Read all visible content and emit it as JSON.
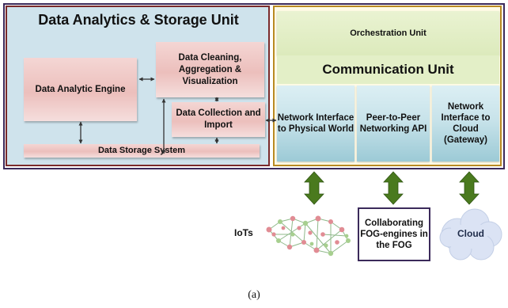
{
  "analytics_unit": {
    "title": "Data Analytics & Storage Unit",
    "analytic_engine": "Data Analytic Engine",
    "cleaning": "Data Cleaning, Aggregation & Visualization",
    "collection": "Data Collection and Import",
    "storage": "Data Storage System"
  },
  "communication_unit": {
    "orchestration": "Orchestration Unit",
    "title": "Communication Unit",
    "interfaces": [
      "Network Interface to Physical World",
      "Peer-to-Peer Networking API",
      "Network Interface to Cloud (Gateway)"
    ]
  },
  "external": {
    "iots": "IoTs",
    "collaborating": "Collaborating FOG-engines in the FOG",
    "cloud": "Cloud"
  },
  "caption": "(a)",
  "colors": {
    "frame": "#3b2a5a",
    "analytics_border": "#7a2b2b",
    "analytics_bg": "#cfe3ec",
    "module_pink": "#ecbfbc",
    "comm_border": "#b98a22",
    "comm_green": "#dceabc",
    "interface_blue": "#9ccad6",
    "arrow_green": "#4a7a1e",
    "cloud_fill": "#dbe3f4"
  }
}
